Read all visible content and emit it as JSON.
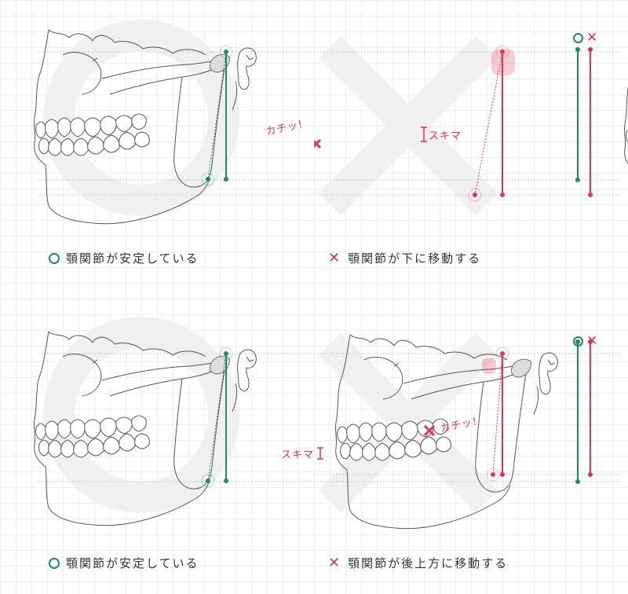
{
  "colors": {
    "good": "#1f8a5f",
    "bad": "#e0334f",
    "line": "#555555",
    "guide": "#c8c8c8"
  },
  "panels": [
    {
      "id": "top-left",
      "caption": "顎関節が安定している",
      "mark": "o"
    },
    {
      "id": "top-right",
      "caption": "顎関節が下に移動する",
      "mark": "x",
      "annotations": {
        "click": "カチッ!",
        "gap": "スキマ"
      }
    },
    {
      "id": "bottom-left",
      "caption": "顎関節が安定している",
      "mark": "o"
    },
    {
      "id": "bottom-right",
      "caption": "顎関節が後上方に移動する",
      "mark": "x",
      "annotations": {
        "click": "カチッ!",
        "gap": "スキマ"
      }
    }
  ],
  "icons": {
    "good": "circle-icon",
    "bad": "cross-icon"
  }
}
